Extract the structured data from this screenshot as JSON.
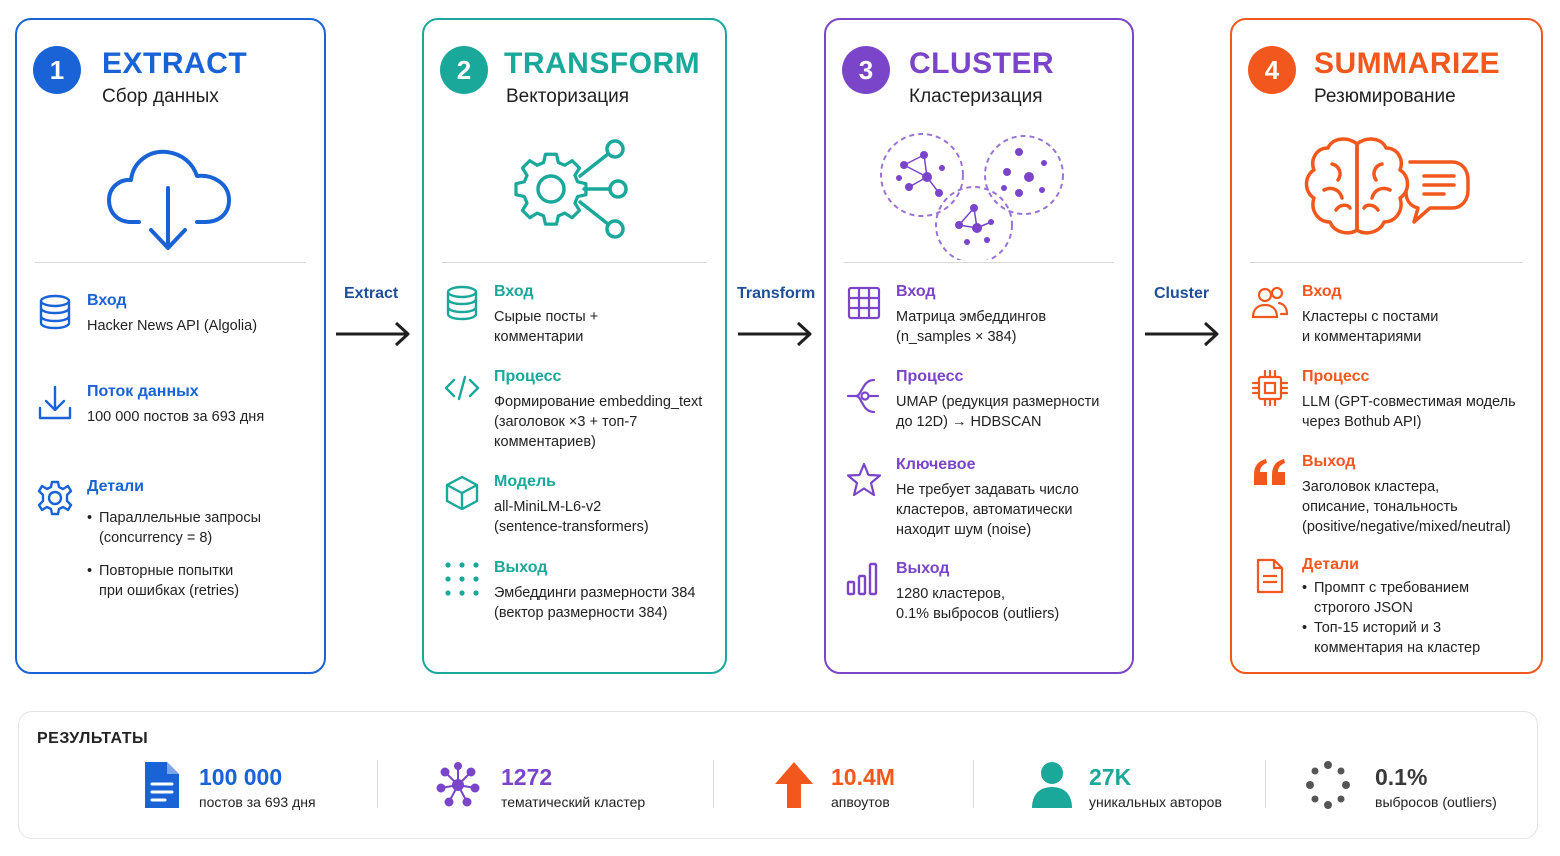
{
  "colors": {
    "extract": "#1a63d6",
    "transform": "#19a89a",
    "cluster": "#7a45c9",
    "summarize": "#f2581d",
    "arrow_label": "#1f4e9a"
  },
  "stages": [
    {
      "number": "1",
      "title": "EXTRACT",
      "subtitle": "Сбор данных",
      "hero_icon": "cloud-download-icon",
      "sections": [
        {
          "icon": "database-icon",
          "heading": "Вход",
          "text": "Hacker News API (Algolia)"
        },
        {
          "icon": "download-icon",
          "heading": "Поток данных",
          "text": "100 000 постов за 693 дня"
        },
        {
          "icon": "gear-icon",
          "heading": "Детали",
          "bullets": [
            "Параллельные запросы\n(concurrency = 8)",
            "Повторные попытки\nпри ошибках (retries)"
          ]
        }
      ]
    },
    {
      "number": "2",
      "title": "TRANSFORM",
      "subtitle": "Векторизация",
      "hero_icon": "gear-network-icon",
      "sections": [
        {
          "icon": "database-icon",
          "heading": "Вход",
          "text": "Сырые посты +\nкомментарии"
        },
        {
          "icon": "code-icon",
          "heading": "Процесс",
          "text": "Формирование embedding_text\n(заголовок ×3 + топ-7\nкомментариев)"
        },
        {
          "icon": "cube-icon",
          "heading": "Модель",
          "text": "all-MiniLM-L6-v2\n(sentence-transformers)"
        },
        {
          "icon": "dot-grid-icon",
          "heading": "Выход",
          "text": "Эмбеддинги размерности 384\n(вектор размерности 384)"
        }
      ]
    },
    {
      "number": "3",
      "title": "CLUSTER",
      "subtitle": "Кластеризация",
      "hero_icon": "clusters-icon",
      "sections": [
        {
          "icon": "grid-icon",
          "heading": "Вход",
          "text": "Матрица эмбеддингов\n(n_samples × 384)"
        },
        {
          "icon": "branch-icon",
          "heading": "Процесс",
          "text": "UMAP (редукция размерности\nдо 12D) → HDBSCAN"
        },
        {
          "icon": "star-icon",
          "heading": "Ключевое",
          "text": "Не требует задавать число\nкластеров, автоматически\nнаходит шум (noise)"
        },
        {
          "icon": "bar-chart-icon",
          "heading": "Выход",
          "text": "1280 кластеров,\n0.1% выбросов (outliers)"
        }
      ]
    },
    {
      "number": "4",
      "title": "SUMMARIZE",
      "subtitle": "Резюмирование",
      "hero_icon": "brain-chat-icon",
      "sections": [
        {
          "icon": "users-icon",
          "heading": "Вход",
          "text": "Кластеры с постами\nи комментариями"
        },
        {
          "icon": "chip-icon",
          "heading": "Процесс",
          "text": "LLM (GPT-совместимая модель\nчерез Bothub API)"
        },
        {
          "icon": "quote-icon",
          "heading": "Выход",
          "text": "Заголовок кластера,\nописание, тональность\n(positive/negative/mixed/neutral)"
        },
        {
          "icon": "document-icon",
          "heading": "Детали",
          "bullets": [
            "Промпт с требованием\nстрогого JSON",
            "Топ-15 историй и 3\nкомментария на кластер"
          ]
        }
      ]
    }
  ],
  "arrows": [
    "Extract",
    "Transform",
    "Cluster"
  ],
  "results": {
    "title": "РЕЗУЛЬТАТЫ",
    "metrics": [
      {
        "icon": "document-icon",
        "value": "100 000",
        "label": "постов за 693 дня",
        "color": "#1a63d6"
      },
      {
        "icon": "network-icon",
        "value": "1272",
        "label": "тематический кластер",
        "color": "#7a45c9"
      },
      {
        "icon": "arrow-up-icon",
        "value": "10.4M",
        "label": "апвоутов",
        "color": "#f2581d"
      },
      {
        "icon": "user-icon",
        "value": "27K",
        "label": "уникальных авторов",
        "color": "#19a89a"
      },
      {
        "icon": "dotted-circle-icon",
        "value": "0.1%",
        "label": "выбросов (outliers)",
        "color": "#3a3a3a"
      }
    ]
  }
}
